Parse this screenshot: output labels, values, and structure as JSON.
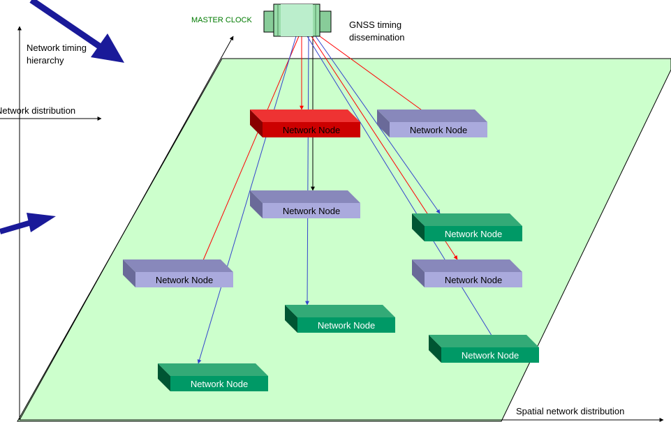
{
  "labels": {
    "master_clock": "MASTER CLOCK",
    "gnss_line1": "GNSS timing",
    "gnss_line2": "dissemination",
    "hierarchy_line1": "Network timing",
    "hierarchy_line2": "hierarchy",
    "network_distribution": "Network distribution",
    "spatial_distribution": "Spatial network distribution"
  },
  "colors": {
    "plane_fill": "#ccffcc",
    "red_node": "#cc0000",
    "purple_node": "#9999cc",
    "green_node": "#009966",
    "red_link": "#ff0000",
    "blue_link": "#3344cc",
    "black_link": "#000000",
    "big_arrow": "#1a1a99",
    "master_clock_text": "#007a00",
    "clock_fill": "#88cc99"
  },
  "nodes": [
    {
      "id": "node-red-top",
      "label": "Network Node",
      "style": "red"
    },
    {
      "id": "node-purple-top-right",
      "label": "Network Node",
      "style": "purple"
    },
    {
      "id": "node-purple-center",
      "label": "Network Node",
      "style": "purple"
    },
    {
      "id": "node-green-right-1",
      "label": "Network Node",
      "style": "green"
    },
    {
      "id": "node-purple-left",
      "label": "Network Node",
      "style": "purple"
    },
    {
      "id": "node-purple-right",
      "label": "Network Node",
      "style": "purple"
    },
    {
      "id": "node-green-center",
      "label": "Network Node",
      "style": "green"
    },
    {
      "id": "node-green-right-2",
      "label": "Network Node",
      "style": "green"
    },
    {
      "id": "node-green-bottom-left",
      "label": "Network Node",
      "style": "green"
    }
  ]
}
